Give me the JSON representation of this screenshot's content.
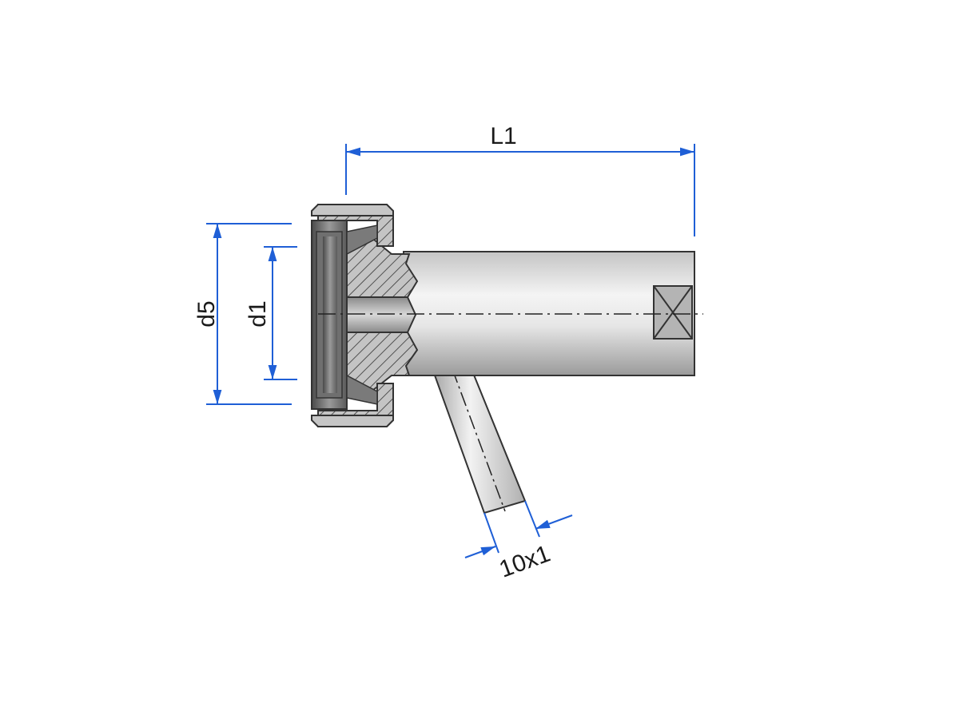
{
  "dimensions": {
    "length_label": "L1",
    "outer_diameter_label": "d5",
    "inner_diameter_label": "d1",
    "side_tube_label": "10x1"
  },
  "colors": {
    "dimension_line": "#1f5fd6",
    "outline": "#333333",
    "section_fill": "#b8b8b8",
    "tube_fill": "#dcdcdc",
    "dark_fill": "#5c5c5c"
  }
}
